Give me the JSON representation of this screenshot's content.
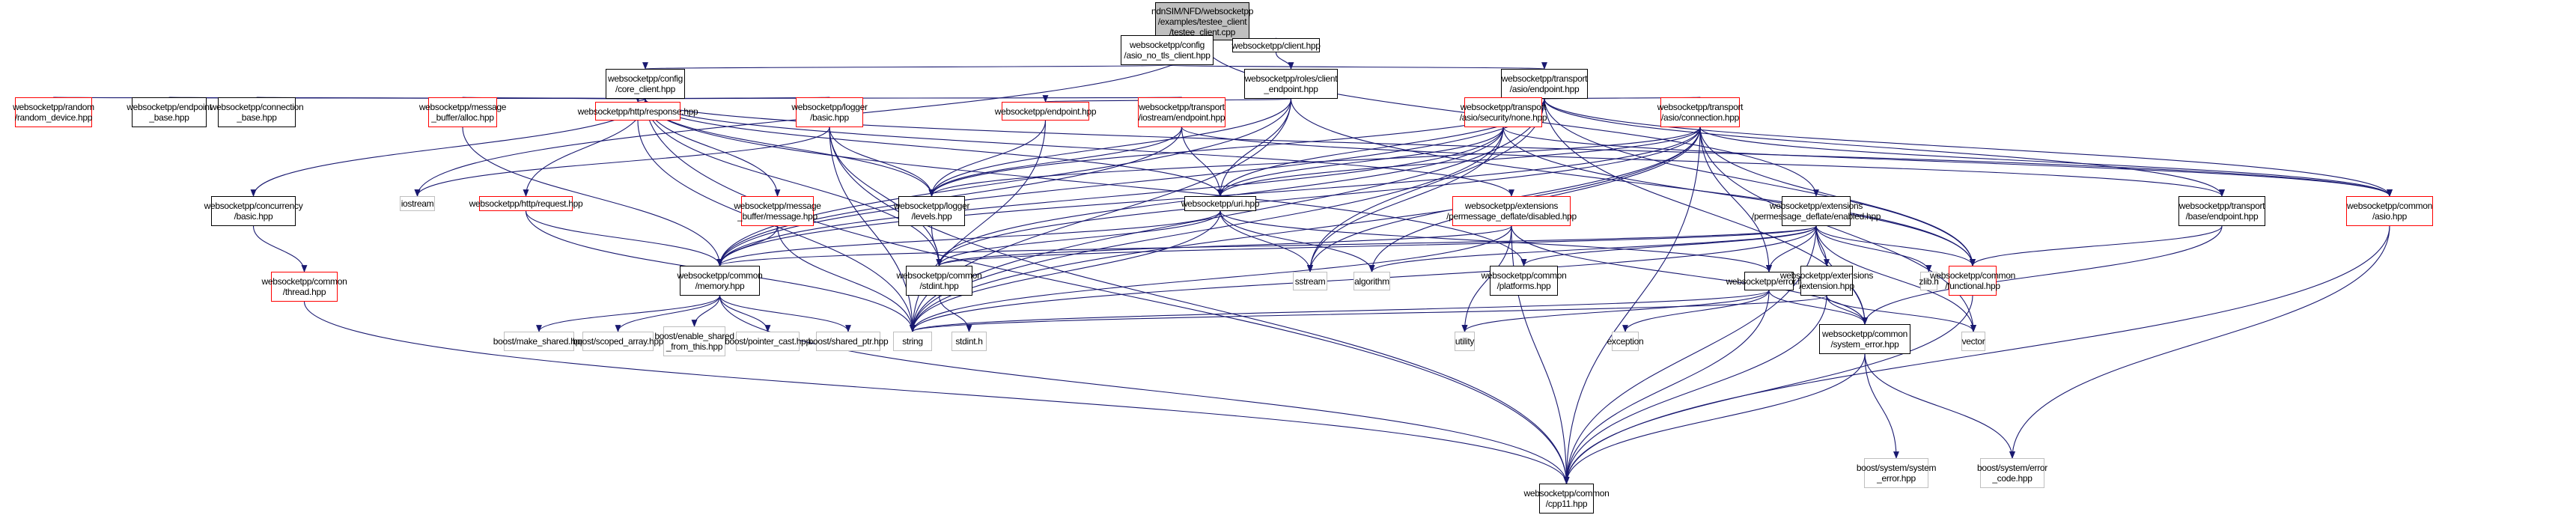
{
  "diagram": {
    "title": "Include dependency graph for testee_client.cpp",
    "edge_color": "#191970",
    "node_styles": {
      "root": {
        "fill": "#bfbfbf",
        "border": "#000000"
      },
      "documented": {
        "fill": "#ffffff",
        "border": "#000000"
      },
      "truncated": {
        "fill": "#ffffff",
        "border": "#ff0000"
      },
      "external": {
        "fill": "#ffffff",
        "border": "#bfbfbf"
      }
    },
    "nodes": {
      "root": {
        "label": "ndnSIM/NFD/websocketpp\n/examples/testee_client\n/testee_client.cpp",
        "kind": "root"
      },
      "asio_no_tls_client": {
        "label": "websocketpp/config\n/asio_no_tls_client.hpp",
        "kind": "doc"
      },
      "client": {
        "label": "websocketpp/client.hpp",
        "kind": "doc"
      },
      "core_client": {
        "label": "websocketpp/config\n/core_client.hpp",
        "kind": "doc"
      },
      "client_endpoint": {
        "label": "websocketpp/roles/client\n_endpoint.hpp",
        "kind": "doc"
      },
      "asio_endpoint": {
        "label": "websocketpp/transport\n/asio/endpoint.hpp",
        "kind": "doc"
      },
      "random_device": {
        "label": "websocketpp/random\n/random_device.hpp",
        "kind": "trunc"
      },
      "endpoint_base": {
        "label": "websocketpp/endpoint\n_base.hpp",
        "kind": "doc"
      },
      "connection_base": {
        "label": "websocketpp/connection\n_base.hpp",
        "kind": "doc"
      },
      "alloc": {
        "label": "websocketpp/message\n_buffer/alloc.hpp",
        "kind": "trunc"
      },
      "response": {
        "label": "websocketpp/http/response.hpp",
        "kind": "trunc"
      },
      "logger_basic": {
        "label": "websocketpp/logger\n/basic.hpp",
        "kind": "trunc"
      },
      "endpoint": {
        "label": "websocketpp/endpoint.hpp",
        "kind": "trunc"
      },
      "iostream_endpoint": {
        "label": "websocketpp/transport\n/iostream/endpoint.hpp",
        "kind": "trunc"
      },
      "security_none": {
        "label": "websocketpp/transport\n/asio/security/none.hpp",
        "kind": "trunc"
      },
      "asio_connection": {
        "label": "websocketpp/transport\n/asio/connection.hpp",
        "kind": "trunc"
      },
      "concurrency_basic": {
        "label": "websocketpp/concurrency\n/basic.hpp",
        "kind": "doc"
      },
      "iostream": {
        "label": "iostream",
        "kind": "ext"
      },
      "http_request": {
        "label": "websocketpp/http/request.hpp",
        "kind": "trunc"
      },
      "message": {
        "label": "websocketpp/message\n_buffer/message.hpp",
        "kind": "trunc"
      },
      "levels": {
        "label": "websocketpp/logger\n/levels.hpp",
        "kind": "doc"
      },
      "uri": {
        "label": "websocketpp/uri.hpp",
        "kind": "doc"
      },
      "disabled": {
        "label": "websocketpp/extensions\n/permessage_deflate/disabled.hpp",
        "kind": "trunc"
      },
      "enabled": {
        "label": "websocketpp/extensions\n/permessage_deflate/enabled.hpp",
        "kind": "doc"
      },
      "base_endpoint": {
        "label": "websocketpp/transport\n/base/endpoint.hpp",
        "kind": "doc"
      },
      "common_asio": {
        "label": "websocketpp/common\n/asio.hpp",
        "kind": "trunc"
      },
      "thread": {
        "label": "websocketpp/common\n/thread.hpp",
        "kind": "trunc"
      },
      "memory": {
        "label": "websocketpp/common\n/memory.hpp",
        "kind": "doc"
      },
      "stdint_hpp": {
        "label": "websocketpp/common\n/stdint.hpp",
        "kind": "doc"
      },
      "sstream": {
        "label": "sstream",
        "kind": "ext"
      },
      "algorithm": {
        "label": "algorithm",
        "kind": "ext"
      },
      "platforms": {
        "label": "websocketpp/common\n/platforms.hpp",
        "kind": "doc"
      },
      "error": {
        "label": "websocketpp/error.hpp",
        "kind": "doc"
      },
      "extension": {
        "label": "websocketpp/extensions\n/extension.hpp",
        "kind": "doc"
      },
      "zlib": {
        "label": "zlib.h",
        "kind": "ext"
      },
      "functional": {
        "label": "websocketpp/common\n/functional.hpp",
        "kind": "trunc"
      },
      "make_shared": {
        "label": "boost/make_shared.hpp",
        "kind": "ext"
      },
      "scoped_array": {
        "label": "boost/scoped_array.hpp",
        "kind": "ext"
      },
      "enable_shared": {
        "label": "boost/enable_shared\n_from_this.hpp",
        "kind": "ext"
      },
      "pointer_cast": {
        "label": "boost/pointer_cast.hpp",
        "kind": "ext"
      },
      "shared_ptr": {
        "label": "boost/shared_ptr.hpp",
        "kind": "ext"
      },
      "string": {
        "label": "string",
        "kind": "ext"
      },
      "stdint_h": {
        "label": "stdint.h",
        "kind": "ext"
      },
      "utility": {
        "label": "utility",
        "kind": "ext"
      },
      "exception": {
        "label": "exception",
        "kind": "ext"
      },
      "system_error": {
        "label": "websocketpp/common\n/system_error.hpp",
        "kind": "doc"
      },
      "vector": {
        "label": "vector",
        "kind": "ext"
      },
      "cpp11": {
        "label": "websocketpp/common\n/cpp11.hpp",
        "kind": "doc"
      },
      "boost_system_error": {
        "label": "boost/system/system\n_error.hpp",
        "kind": "ext"
      },
      "boost_error_code": {
        "label": "boost/system/error\n_code.hpp",
        "kind": "ext"
      }
    },
    "edges": [
      [
        "root",
        "asio_no_tls_client"
      ],
      [
        "root",
        "client"
      ],
      [
        "root",
        "iostream"
      ],
      [
        "root",
        "enabled"
      ],
      [
        "asio_no_tls_client",
        "core_client"
      ],
      [
        "asio_no_tls_client",
        "asio_endpoint"
      ],
      [
        "client",
        "client_endpoint"
      ],
      [
        "core_client",
        "random_device"
      ],
      [
        "core_client",
        "endpoint_base"
      ],
      [
        "core_client",
        "connection_base"
      ],
      [
        "core_client",
        "alloc"
      ],
      [
        "core_client",
        "response"
      ],
      [
        "core_client",
        "logger_basic"
      ],
      [
        "core_client",
        "iostream_endpoint"
      ],
      [
        "core_client",
        "concurrency_basic"
      ],
      [
        "core_client",
        "http_request"
      ],
      [
        "core_client",
        "message"
      ],
      [
        "core_client",
        "levels"
      ],
      [
        "core_client",
        "uri"
      ],
      [
        "core_client",
        "disabled"
      ],
      [
        "core_client",
        "stdint_hpp"
      ],
      [
        "core_client",
        "platforms"
      ],
      [
        "core_client",
        "cpp11"
      ],
      [
        "core_client",
        "common_asio"
      ],
      [
        "client_endpoint",
        "endpoint"
      ],
      [
        "client_endpoint",
        "levels"
      ],
      [
        "client_endpoint",
        "uri"
      ],
      [
        "client_endpoint",
        "string"
      ],
      [
        "client_endpoint",
        "functional"
      ],
      [
        "client_endpoint",
        "memory"
      ],
      [
        "asio_endpoint",
        "security_none"
      ],
      [
        "asio_endpoint",
        "asio_connection"
      ],
      [
        "asio_endpoint",
        "base_endpoint"
      ],
      [
        "asio_endpoint",
        "common_asio"
      ],
      [
        "asio_endpoint",
        "uri"
      ],
      [
        "asio_endpoint",
        "levels"
      ],
      [
        "asio_endpoint",
        "sstream"
      ],
      [
        "asio_endpoint",
        "string"
      ],
      [
        "asio_endpoint",
        "functional"
      ],
      [
        "asio_endpoint",
        "memory"
      ],
      [
        "asio_endpoint",
        "system_error"
      ],
      [
        "endpoint",
        "levels"
      ],
      [
        "endpoint",
        "string"
      ],
      [
        "iostream_endpoint",
        "uri"
      ],
      [
        "iostream_endpoint",
        "levels"
      ],
      [
        "iostream_endpoint",
        "base_endpoint"
      ],
      [
        "iostream_endpoint",
        "memory"
      ],
      [
        "logger_basic",
        "levels"
      ],
      [
        "logger_basic",
        "stdint_hpp"
      ],
      [
        "logger_basic",
        "string"
      ],
      [
        "logger_basic",
        "iostream"
      ],
      [
        "logger_basic",
        "cpp11"
      ],
      [
        "response",
        "string"
      ],
      [
        "alloc",
        "memory"
      ],
      [
        "security_none",
        "uri"
      ],
      [
        "security_none",
        "memory"
      ],
      [
        "security_none",
        "stdint_hpp"
      ],
      [
        "security_none",
        "sstream"
      ],
      [
        "security_none",
        "string"
      ],
      [
        "security_none",
        "common_asio"
      ],
      [
        "security_none",
        "functional"
      ],
      [
        "asio_connection",
        "uri"
      ],
      [
        "asio_connection",
        "levels"
      ],
      [
        "asio_connection",
        "error"
      ],
      [
        "asio_connection",
        "functional"
      ],
      [
        "asio_connection",
        "memory"
      ],
      [
        "asio_connection",
        "cpp11"
      ],
      [
        "asio_connection",
        "string"
      ],
      [
        "asio_connection",
        "vector"
      ],
      [
        "asio_connection",
        "sstream"
      ],
      [
        "asio_connection",
        "common_asio"
      ],
      [
        "asio_connection",
        "stdint_hpp"
      ],
      [
        "asio_connection",
        "algorithm"
      ],
      [
        "concurrency_basic",
        "thread"
      ],
      [
        "thread",
        "cpp11"
      ],
      [
        "http_request",
        "memory"
      ],
      [
        "http_request",
        "string"
      ],
      [
        "message",
        "memory"
      ],
      [
        "message",
        "string"
      ],
      [
        "levels",
        "stdint_hpp"
      ],
      [
        "uri",
        "error"
      ],
      [
        "uri",
        "memory"
      ],
      [
        "uri",
        "stdint_hpp"
      ],
      [
        "uri",
        "string"
      ],
      [
        "uri",
        "sstream"
      ],
      [
        "uri",
        "algorithm"
      ],
      [
        "disabled",
        "cpp11"
      ],
      [
        "disabled",
        "stdint_hpp"
      ],
      [
        "disabled",
        "system_error"
      ],
      [
        "disabled",
        "string"
      ],
      [
        "disabled",
        "utility"
      ],
      [
        "enabled",
        "platforms"
      ],
      [
        "enabled",
        "error"
      ],
      [
        "enabled",
        "extension"
      ],
      [
        "enabled",
        "zlib"
      ],
      [
        "enabled",
        "functional"
      ],
      [
        "enabled",
        "memory"
      ],
      [
        "enabled",
        "stdint_hpp"
      ],
      [
        "enabled",
        "system_error"
      ],
      [
        "enabled",
        "string"
      ],
      [
        "enabled",
        "vector"
      ],
      [
        "enabled",
        "algorithm"
      ],
      [
        "enabled",
        "cpp11"
      ],
      [
        "base_endpoint",
        "functional"
      ],
      [
        "base_endpoint",
        "system_error"
      ],
      [
        "common_asio",
        "boost_error_code"
      ],
      [
        "common_asio",
        "cpp11"
      ],
      [
        "memory",
        "make_shared"
      ],
      [
        "memory",
        "scoped_array"
      ],
      [
        "memory",
        "enable_shared"
      ],
      [
        "memory",
        "pointer_cast"
      ],
      [
        "memory",
        "shared_ptr"
      ],
      [
        "memory",
        "cpp11"
      ],
      [
        "stdint_hpp",
        "stdint_h"
      ],
      [
        "error",
        "exception"
      ],
      [
        "error",
        "string"
      ],
      [
        "error",
        "utility"
      ],
      [
        "error",
        "system_error"
      ],
      [
        "error",
        "cpp11"
      ],
      [
        "extension",
        "cpp11"
      ],
      [
        "extension",
        "string"
      ],
      [
        "extension",
        "vector"
      ],
      [
        "extension",
        "system_error"
      ],
      [
        "functional",
        "cpp11"
      ],
      [
        "system_error",
        "boost_system_error"
      ],
      [
        "system_error",
        "cpp11"
      ],
      [
        "system_error",
        "boost_error_code"
      ]
    ]
  }
}
